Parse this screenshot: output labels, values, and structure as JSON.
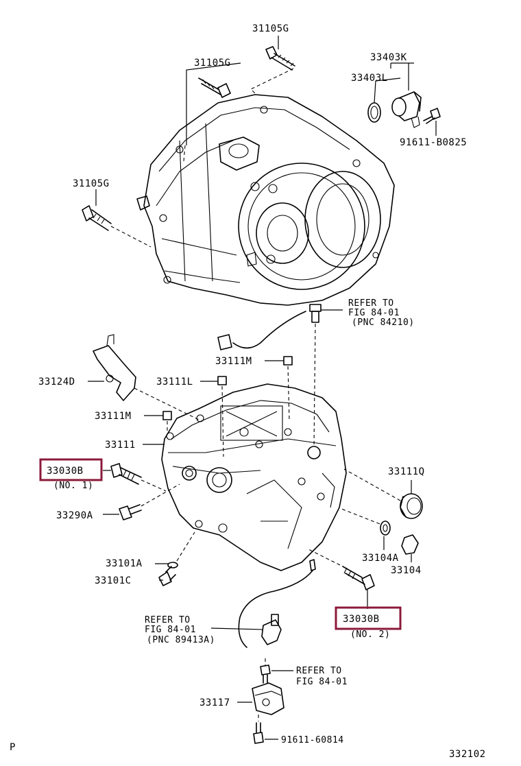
{
  "page": {
    "corner_left": "P",
    "figure_number": "332102"
  },
  "highlight_color": "#8b1a3a",
  "callouts": {
    "top_bolt_a": "31105G",
    "top_bolt_b": "31105G",
    "left_bolt": "31105G",
    "sensor_group": "33403K",
    "sensor_oring": "33403L",
    "sensor_bolt": "91611-B0825",
    "bracket": "33124D",
    "plug_l": "33111L",
    "plug_m_top": "33111M",
    "plug_m_left": "33111M",
    "case": "33111",
    "bolt_no1": "33030B",
    "bolt_no1_note": "(NO. 1)",
    "bolt_33290a": "33290A",
    "gasket_33101a": "33101A",
    "plug_33101c": "33101C",
    "seal_33111q": "33111Q",
    "gasket_33104a": "33104A",
    "plug_33104": "33104",
    "bolt_no2": "33030B",
    "bolt_no2_note": "(NO. 2)",
    "bracket_33117": "33117",
    "bolt_91611": "91611-60814"
  },
  "references": {
    "ref_top": [
      "REFER TO",
      "FIG 84-01",
      "(PNC 84210)"
    ],
    "ref_sensor": [
      "REFER TO",
      "FIG 84-01",
      "(PNC 89413A)"
    ],
    "ref_bottom": [
      "REFER TO",
      "FIG 84-01"
    ]
  }
}
